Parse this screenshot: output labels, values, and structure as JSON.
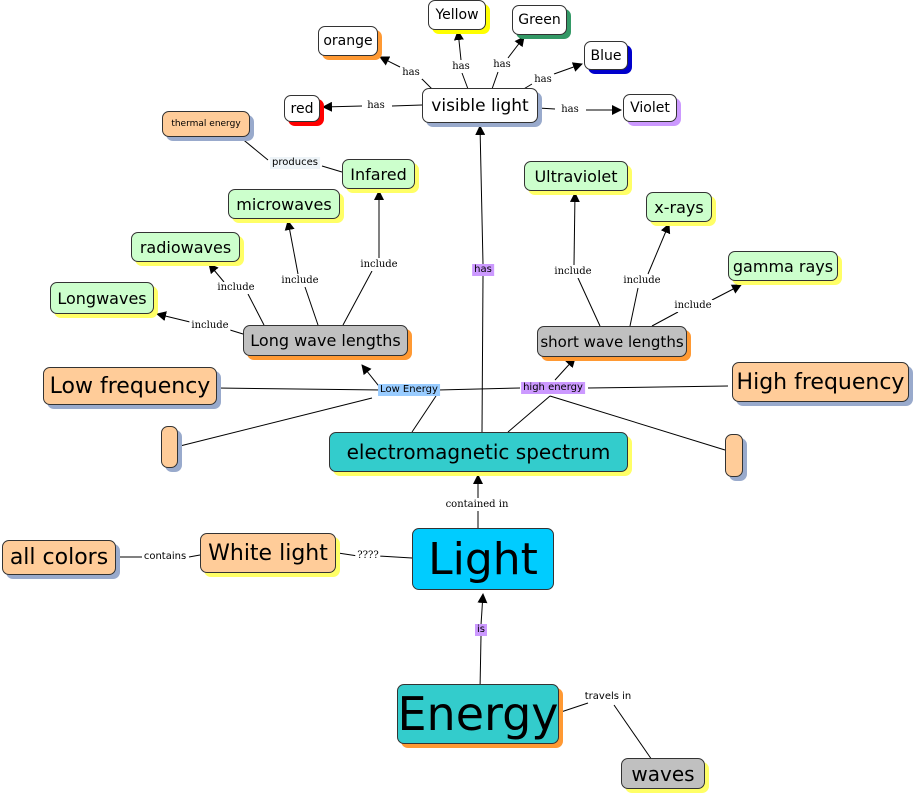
{
  "colors": {
    "white_node": "#ffffff",
    "green_node": "#ccffcc",
    "orange_node": "#ffcc99",
    "teal_node": "#33cccc",
    "gray_node": "#c0c0c0",
    "light_blue": "#00ccff",
    "shadow_orange": "#ff9933",
    "shadow_yellow": "#ffff66",
    "shadow_blue_gray": "#99aacc",
    "label_purple": "#cc99ff",
    "label_blue": "#99ccff",
    "label_pale": "#eef4f8"
  },
  "concepts": {
    "energy": "Energy",
    "light": "Light",
    "waves": "waves",
    "white_light": "White light",
    "all_colors": "all colors",
    "em_spectrum": "electromagnetic spectrum",
    "visible_light": "visible light",
    "red": "red",
    "orange": "orange",
    "yellow": "Yellow",
    "green": "Green",
    "blue": "Blue",
    "violet": "Violet",
    "long_wave_lengths": "Long wave lengths",
    "short_wave_lengths": "short wave lengths",
    "low_frequency": "Low frequency",
    "high_frequency": "High frequency",
    "longwaves": "Longwaves",
    "radiowaves": "radiowaves",
    "microwaves": "microwaves",
    "infared": "Infared",
    "thermal_energy": "thermal energy",
    "ultraviolet": "Ultraviolet",
    "x_rays": "x-rays",
    "gamma_rays": "gamma rays",
    "empty_left": "",
    "empty_right": ""
  },
  "linking_phrases": {
    "is": "is",
    "travels_in": "travels in",
    "contained_in": "contained in",
    "question": "????",
    "contains": "contains",
    "has_spectrum": "has",
    "has_red": "has",
    "has_orange": "has",
    "has_yellow": "has",
    "has_green": "has",
    "has_blue": "has",
    "has_violet": "has",
    "low_energy": "Low Energy",
    "high_energy": "high energy",
    "include_longwaves": "include",
    "include_radiowaves": "include",
    "include_microwaves": "include",
    "include_infared": "include",
    "produces": "produces",
    "include_ultraviolet": "include",
    "include_xrays": "include",
    "include_gamma": "include"
  }
}
